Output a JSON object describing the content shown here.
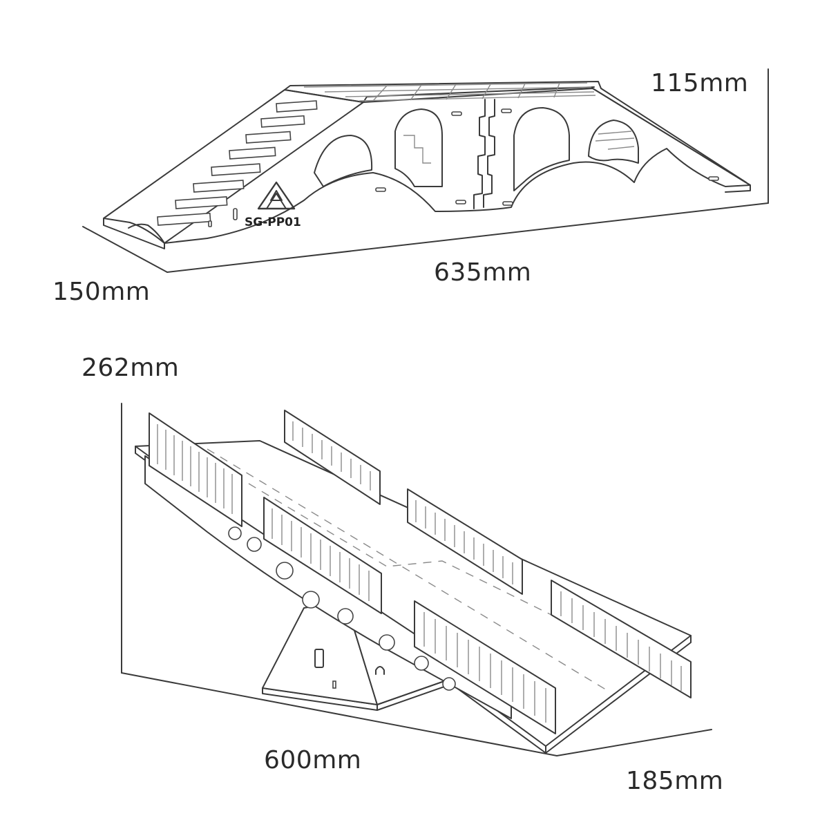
{
  "product": {
    "model_label": "SG-PP01",
    "logo_icon": "triangle-mountain-logo-icon"
  },
  "top_figure": {
    "height_label": "115mm",
    "length_label": "635mm",
    "depth_label": "150mm"
  },
  "bottom_figure": {
    "height_label": "262mm",
    "length_label": "600mm",
    "depth_label": "185mm"
  },
  "colors": {
    "line": "#3a3a3a",
    "background": "#ffffff",
    "panel": "#ffffff"
  }
}
